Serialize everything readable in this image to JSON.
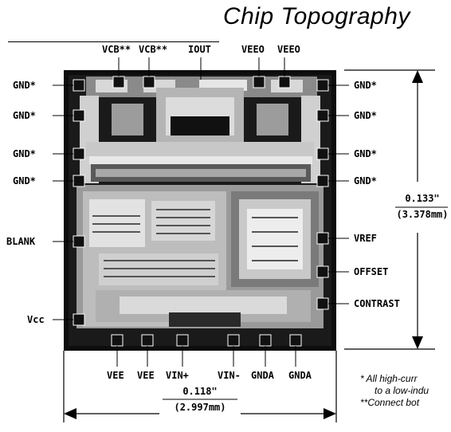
{
  "title": "Chip Topography",
  "pins": {
    "top": [
      "VCB**",
      "VCB**",
      "IOUT",
      "VEEO",
      "VEEO"
    ],
    "left": [
      "GND*",
      "GND*",
      "GND*",
      "GND*",
      "BLANK",
      "Vcc"
    ],
    "right": [
      "GND*",
      "GND*",
      "GND*",
      "GND*",
      "VREF",
      "OFFSET",
      "CONTRAST"
    ],
    "bottom": [
      "VEE",
      "VEE",
      "VIN+",
      "VIN-",
      "GNDA",
      "GNDA"
    ]
  },
  "dimensions": {
    "height_in": "0.133\"",
    "height_mm": "(3.378mm)",
    "width_in": "0.118\"",
    "width_mm": "(2.997mm)"
  },
  "notes": [
    "* All high-curr",
    "to a low-indu",
    "**Connect bot"
  ]
}
